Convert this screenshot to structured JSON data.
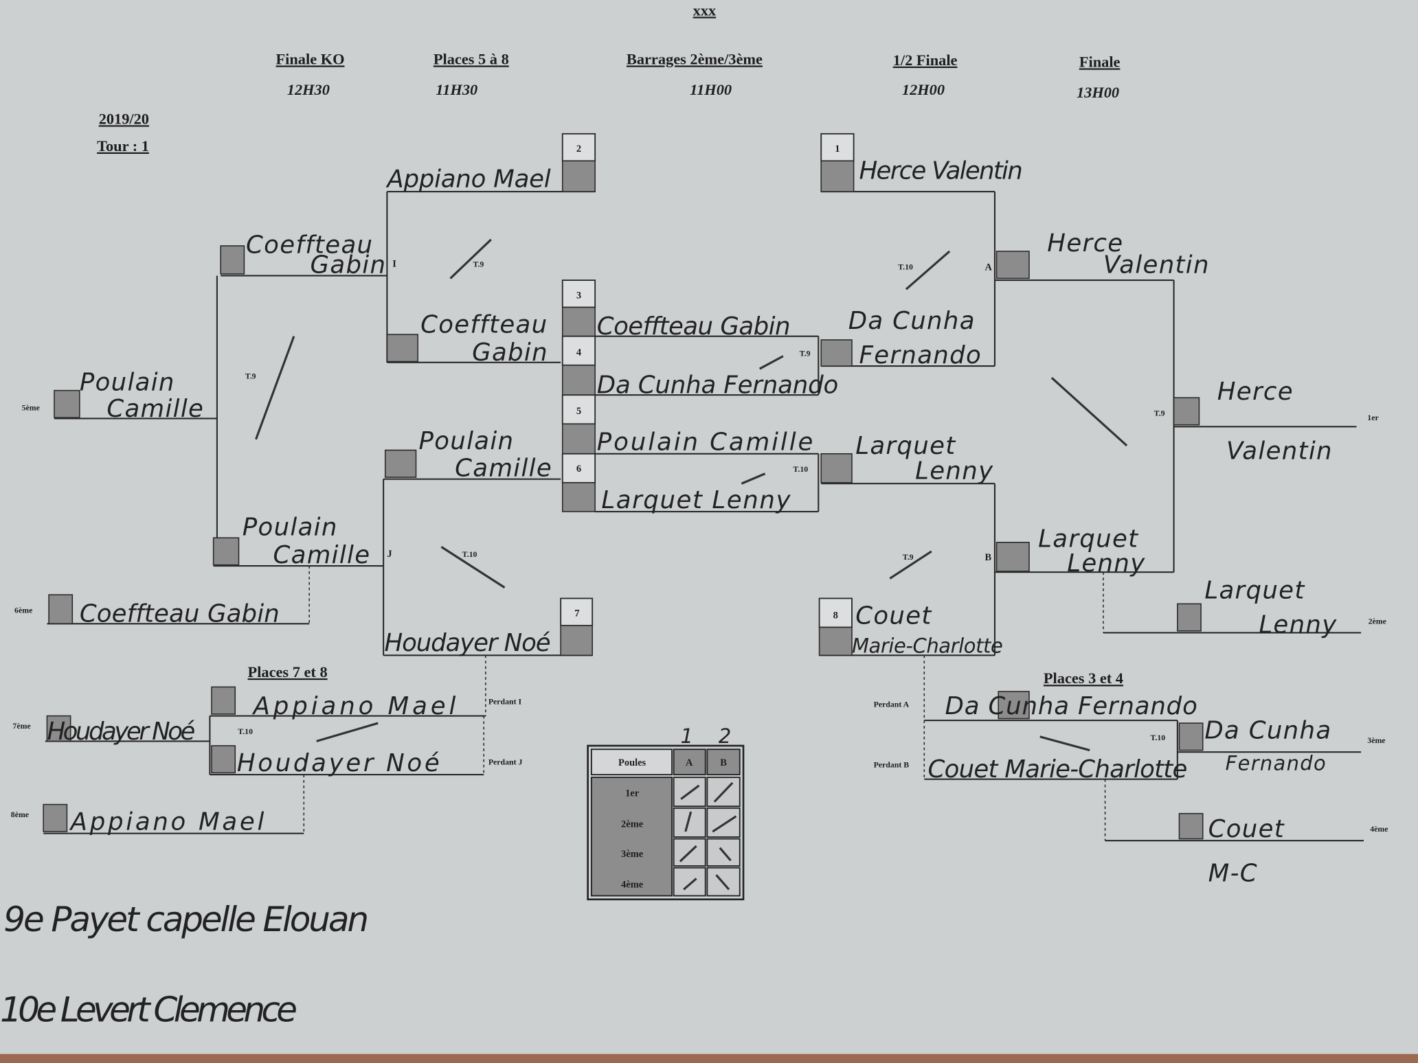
{
  "title": "xxx",
  "season": "2019/20",
  "round": "Tour : 1",
  "columns": [
    {
      "label": "Finale KO",
      "time": "12H30"
    },
    {
      "label": "Places 5 à 8",
      "time": "11H30"
    },
    {
      "label": "Barrages 2ème/3ème",
      "time": "11H00"
    },
    {
      "label": "1/2 Finale",
      "time": "12H00"
    },
    {
      "label": "Finale",
      "time": "13H00"
    }
  ],
  "slots": [
    "1",
    "2",
    "3",
    "4",
    "5",
    "6",
    "7",
    "8"
  ],
  "match_labels": {
    "I": "I",
    "J": "J",
    "A": "A",
    "B": "B",
    "t9": "T.9",
    "t10": "T.10"
  },
  "places_labels": {
    "p1": "1er",
    "p2": "2ème",
    "p3": "3ème",
    "p4": "4ème",
    "p5": "5ème",
    "p6": "6ème",
    "p7": "7ème",
    "p8": "8ème"
  },
  "section_titles": {
    "places78": "Places 7 et 8",
    "places34": "Places 3 et 4"
  },
  "loser_labels": {
    "pi": "Perdant I",
    "pj": "Perdant J",
    "pa": "Perdant A",
    "pb": "Perdant B"
  },
  "poules": {
    "header": "Poules",
    "groups": [
      "A",
      "B"
    ],
    "group_numbers": [
      "1",
      "2"
    ],
    "rows": [
      "1er",
      "2ème",
      "3ème",
      "4ème"
    ]
  },
  "handwritten": {
    "slot2": "Appiano Mael",
    "koA1": "Coeffteau",
    "koA2": "Gabin",
    "p5a": "Poulain",
    "p5b": "Camille",
    "iwin1": "Coeffteau",
    "iwin2": "Gabin",
    "jtop1": "Poulain",
    "jtop2": "Camille",
    "koB1": "Poulain",
    "koB2": "Camille",
    "slot7": "Houdayer Noé",
    "p6": "Coeffteau Gabin",
    "slot3": "Coeffteau Gabin",
    "slot4": "Da Cunha Fernando",
    "slot5": "Poulain Camille",
    "slot6": "Larquet Lenny",
    "p78a": "Appiano Mael",
    "p78b": "Houdayer Noé",
    "p7": "Houdayer Noé",
    "p8": "Appiano Mael",
    "slot1": "Herce Valentin",
    "sfA1": "Herce",
    "sfA2": "Valentin",
    "bar34a": "Da Cunha",
    "bar34b": "Fernando",
    "p1a": "Herce",
    "p1b": "Valentin",
    "bar56a": "Larquet",
    "bar56b": "Lenny",
    "sfB1": "Larquet",
    "sfB2": "Lenny",
    "slot8a": "Couet",
    "slot8b": "Marie-Charlotte",
    "p2a": "Larquet",
    "p2b": "Lenny",
    "p34a": "Da Cunha Fernando",
    "p34b": "Couet Marie-Charlotte",
    "p3a": "Da Cunha",
    "p3b": "Fernando",
    "p4a": "Couet",
    "p4b": "M-C",
    "p9": "9e Payet capelle Elouan",
    "p10": "10e Levert Clemence"
  }
}
